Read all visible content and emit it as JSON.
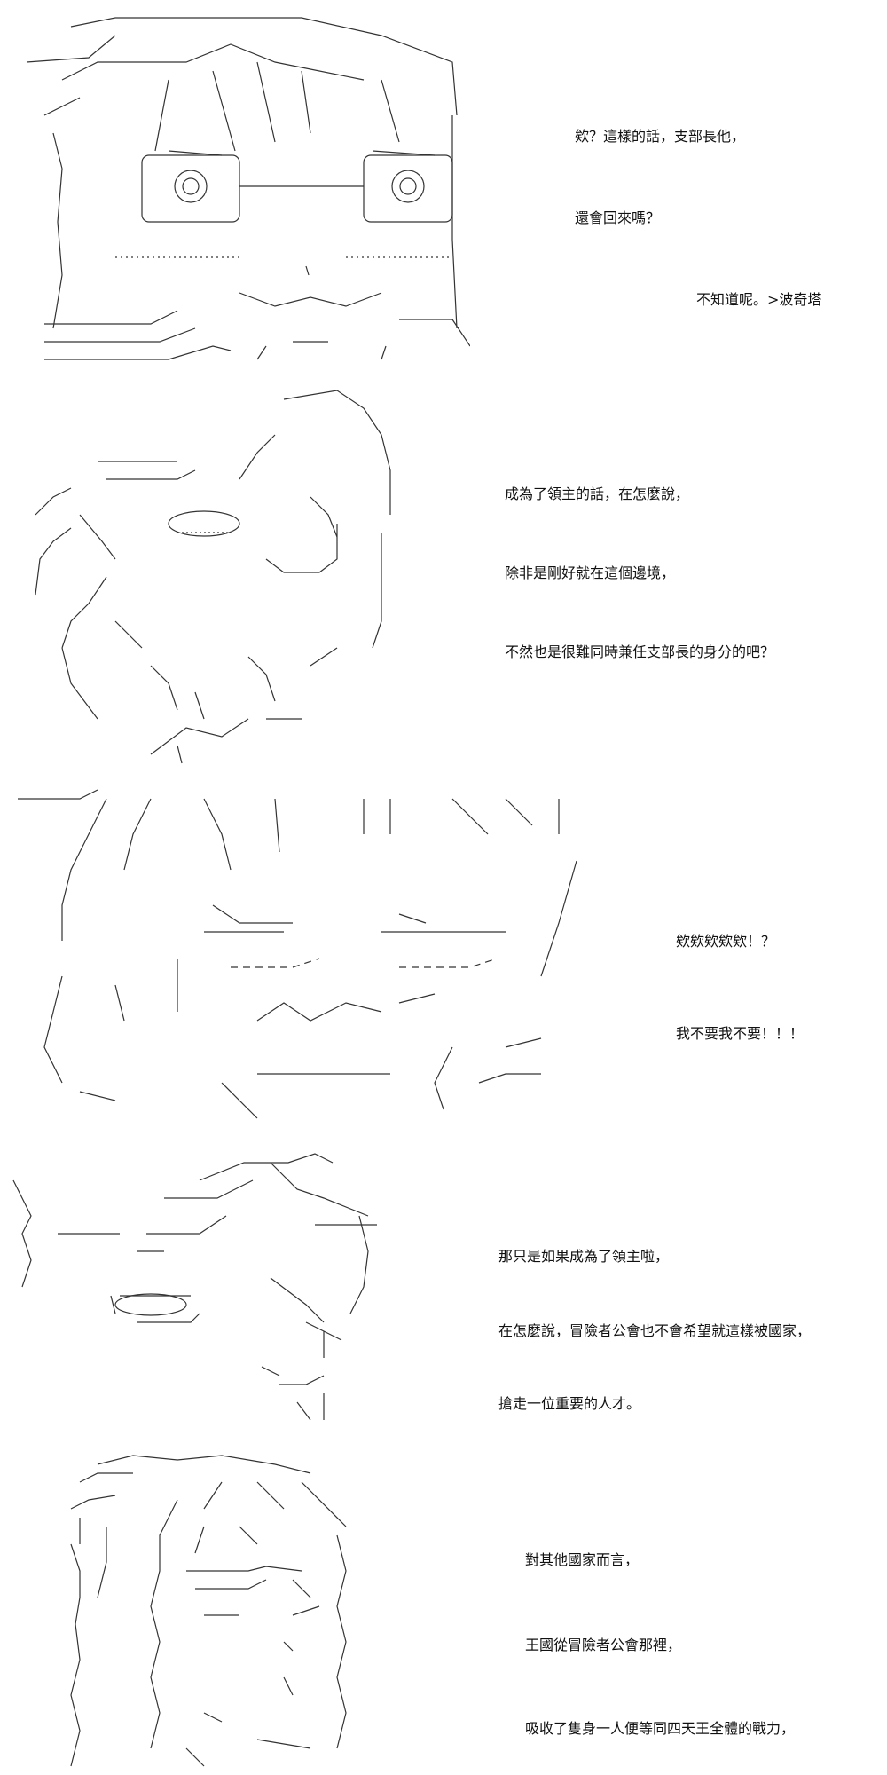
{
  "panels": [
    {
      "lines": [
        "欸？這樣的話，支部長他，",
        "還會回來嗎？",
        "不知道呢。>波奇塔"
      ]
    },
    {
      "lines": [
        "成為了領主的話，在怎麼說，",
        "除非是剛好就在這個邊境，",
        "不然也是很難同時兼任支部長的身分的吧？"
      ]
    },
    {
      "lines": [
        "欸欸欸欸欸！？",
        "我不要我不要！！！"
      ]
    },
    {
      "lines": [
        "那只是如果成為了領主啦，",
        "在怎麼說，冒險者公會也不會希望就這樣被國家，",
        "搶走一位重要的人才。"
      ]
    },
    {
      "lines": [
        "對其他國家而言，",
        "王國從冒險者公會那裡，",
        "吸收了隻身一人便等同四天王全體的戰力，"
      ]
    }
  ]
}
